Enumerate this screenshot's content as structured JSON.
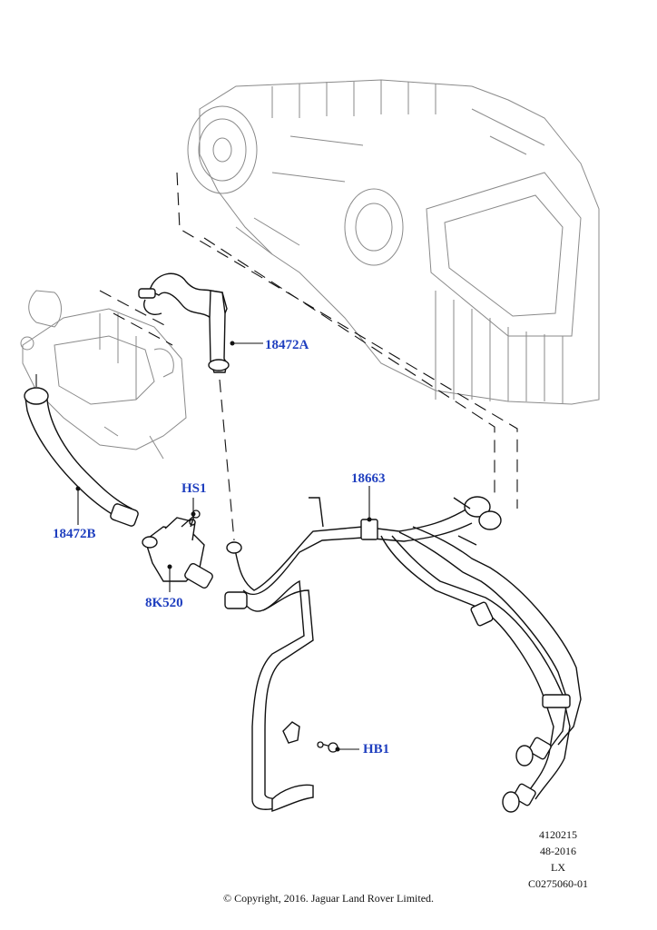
{
  "callouts": {
    "c18472A": "18472A",
    "c18472B": "18472B",
    "c18663": "18663",
    "cHS1": "HS1",
    "c8K520": "8K520",
    "cHB1": "HB1"
  },
  "colors": {
    "callout": "#1f3fbf",
    "line": "#111111",
    "part": "#8a8a8a"
  },
  "meta": {
    "line1": "4120215",
    "line2": "48-2016",
    "line3": "LX",
    "line4": "C0275060-01"
  },
  "copyright": "© Copyright, 2016. Jaguar Land Rover Limited."
}
